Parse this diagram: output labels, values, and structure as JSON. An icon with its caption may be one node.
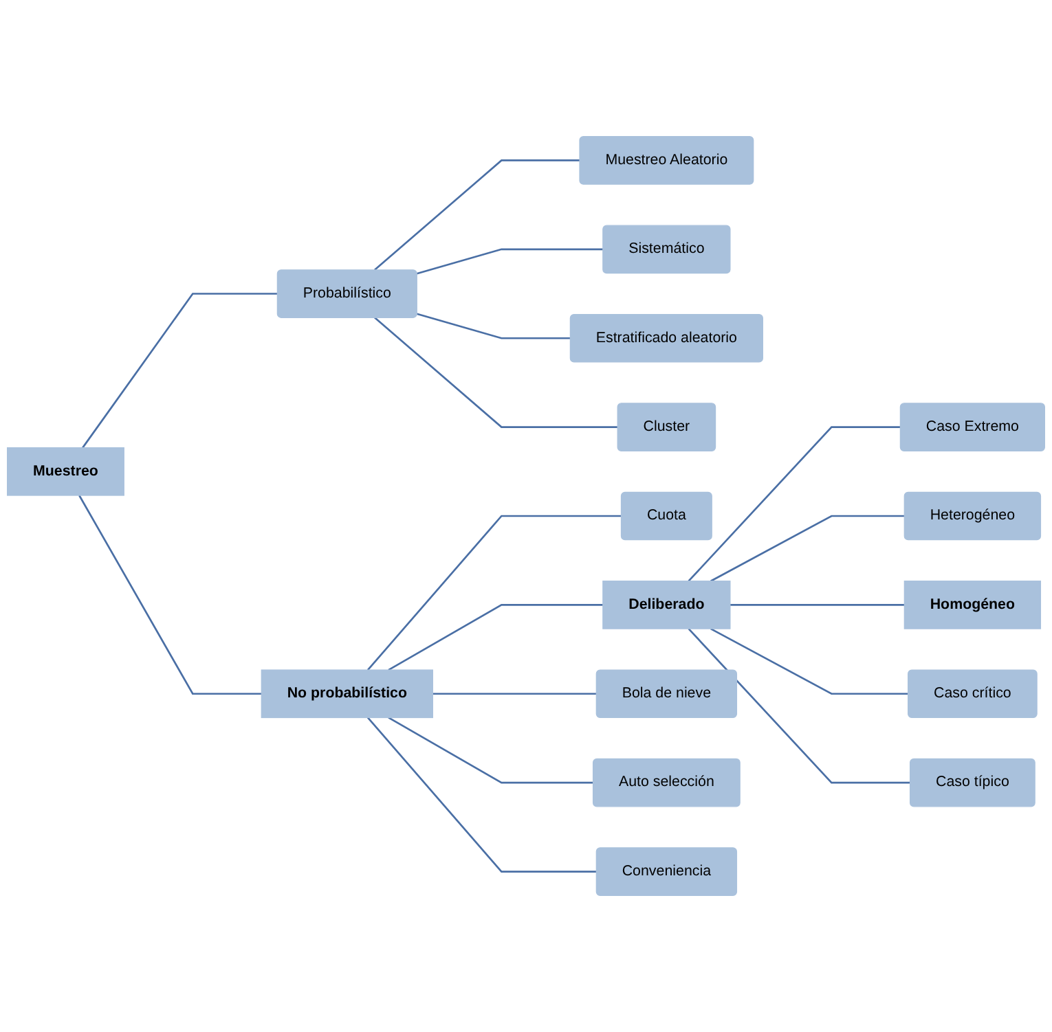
{
  "diagram": {
    "nodes": [
      {
        "text": [
          "Muestreo"
        ]
      },
      {
        "text": [
          "Probabilístico"
        ]
      },
      {
        "text": [
          "Muestreo Aleatorio"
        ]
      },
      {
        "text": [
          "Sistemático"
        ]
      },
      {
        "text": [
          "Estratificado aleatorio"
        ]
      },
      {
        "text": [
          "Cluster"
        ]
      },
      {
        "text": [
          "No probabilístico"
        ]
      },
      {
        "text": [
          "Cuota"
        ]
      },
      {
        "text": [
          "Deliberado"
        ]
      },
      {
        "text": [
          "Bola de nieve"
        ]
      },
      {
        "text": [
          "Auto selección"
        ]
      },
      {
        "text": [
          "Conveniencia"
        ]
      },
      {
        "text": [
          "Caso Extremo"
        ]
      },
      {
        "text": [
          "Heterogéneo"
        ]
      },
      {
        "text": [
          "Homogéneo"
        ]
      },
      {
        "text": [
          "Caso crítico"
        ]
      },
      {
        "text": [
          "Caso típico"
        ]
      }
    ],
    "edges": [
      {
        "from": 0,
        "to": 1,
        "arrow": "none"
      },
      {
        "from": 0,
        "to": 6,
        "arrow": "none"
      },
      {
        "from": 1,
        "to": 2,
        "arrow": "none"
      },
      {
        "from": 1,
        "to": 3,
        "arrow": "none"
      },
      {
        "from": 1,
        "to": 4,
        "arrow": "none"
      },
      {
        "from": 1,
        "to": 5,
        "arrow": "none"
      },
      {
        "from": 6,
        "to": 7,
        "arrow": "none"
      },
      {
        "from": 6,
        "to": 8,
        "arrow": "none"
      },
      {
        "from": 6,
        "to": 9,
        "arrow": "none"
      },
      {
        "from": 6,
        "to": 10,
        "arrow": "none"
      },
      {
        "from": 6,
        "to": 11,
        "arrow": "none"
      },
      {
        "from": 8,
        "to": 12,
        "arrow": "none"
      },
      {
        "from": 8,
        "to": 13,
        "arrow": "none"
      },
      {
        "from": 8,
        "to": 14,
        "arrow": "none"
      },
      {
        "from": 8,
        "to": 15,
        "arrow": "none"
      },
      {
        "from": 8,
        "to": 16,
        "arrow": "none"
      }
    ]
  }
}
